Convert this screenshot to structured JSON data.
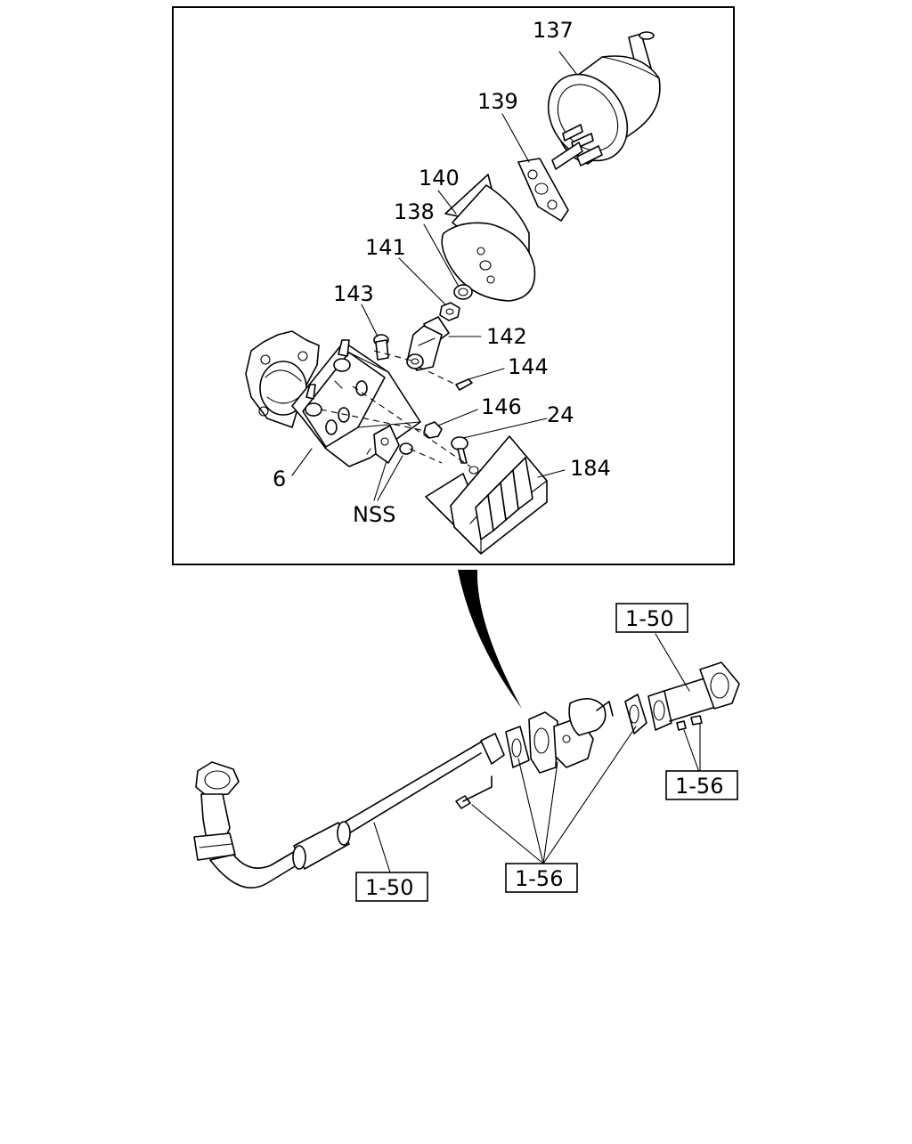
{
  "detail_callouts": [
    {
      "id": "137",
      "label": "137"
    },
    {
      "id": "139",
      "label": "139"
    },
    {
      "id": "140",
      "label": "140"
    },
    {
      "id": "138",
      "label": "138"
    },
    {
      "id": "141",
      "label": "141"
    },
    {
      "id": "143",
      "label": "143"
    },
    {
      "id": "142",
      "label": "142"
    },
    {
      "id": "144",
      "label": "144"
    },
    {
      "id": "146",
      "label": "146"
    },
    {
      "id": "24",
      "label": "24"
    },
    {
      "id": "184",
      "label": "184"
    },
    {
      "id": "6",
      "label": "6"
    },
    {
      "id": "nss",
      "label": "NSS"
    }
  ],
  "reference_boxes": [
    {
      "id": "ref-1-50-top",
      "label": "1-50"
    },
    {
      "id": "ref-1-56-right",
      "label": "1-56"
    },
    {
      "id": "ref-1-50-bottom",
      "label": "1-50"
    },
    {
      "id": "ref-1-56-bottom",
      "label": "1-56"
    }
  ]
}
